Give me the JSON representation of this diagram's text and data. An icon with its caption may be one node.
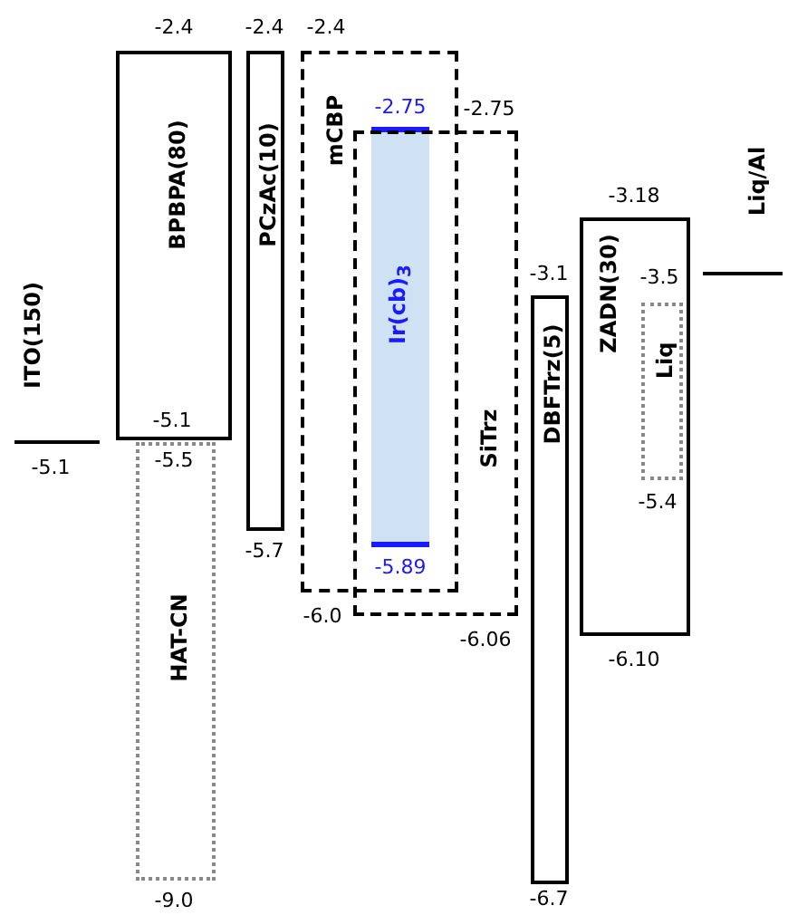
{
  "diagram": {
    "nodes": [
      {
        "text": [
          "ITO(150)"
        ],
        "beside": [
          "-5.1"
        ]
      },
      {
        "text": [
          "BPBPA(80)"
        ],
        "beside": [
          "-2.4",
          "-5.5"
        ]
      },
      {
        "text": [
          "HAT-CN"
        ],
        "beside": [
          "-9.0"
        ]
      },
      {
        "text": [
          "PCzAc(10)"
        ],
        "beside": [
          "-2.4",
          "-5.7"
        ]
      },
      {
        "text": [
          "mCBP"
        ],
        "beside": [
          "-2.4",
          "-6.0"
        ]
      },
      {
        "text": [
          "Ir(cb)$_{3}$"
        ],
        "beside": [
          "-5.89"
        ]
      },
      {
        "text": [
          "SiTrz"
        ],
        "beside": [
          "-2.75",
          "-6.06"
        ]
      },
      {
        "text": [
          "DBFTrz(5)"
        ],
        "beside": [
          "-3.1",
          "-6.7"
        ]
      },
      {
        "text": [
          "ZADN(30)"
        ],
        "beside": [
          "-3.18",
          "-6.10"
        ]
      },
      {
        "text": [
          "Liq"
        ],
        "beside": [
          "-3.5",
          "-5.4"
        ],
        "in": 8
      },
      {
        "text": [
          "Liq/Al"
        ]
      }
    ],
    "labels": [
      "-2.75",
      "-5.1"
    ]
  }
}
